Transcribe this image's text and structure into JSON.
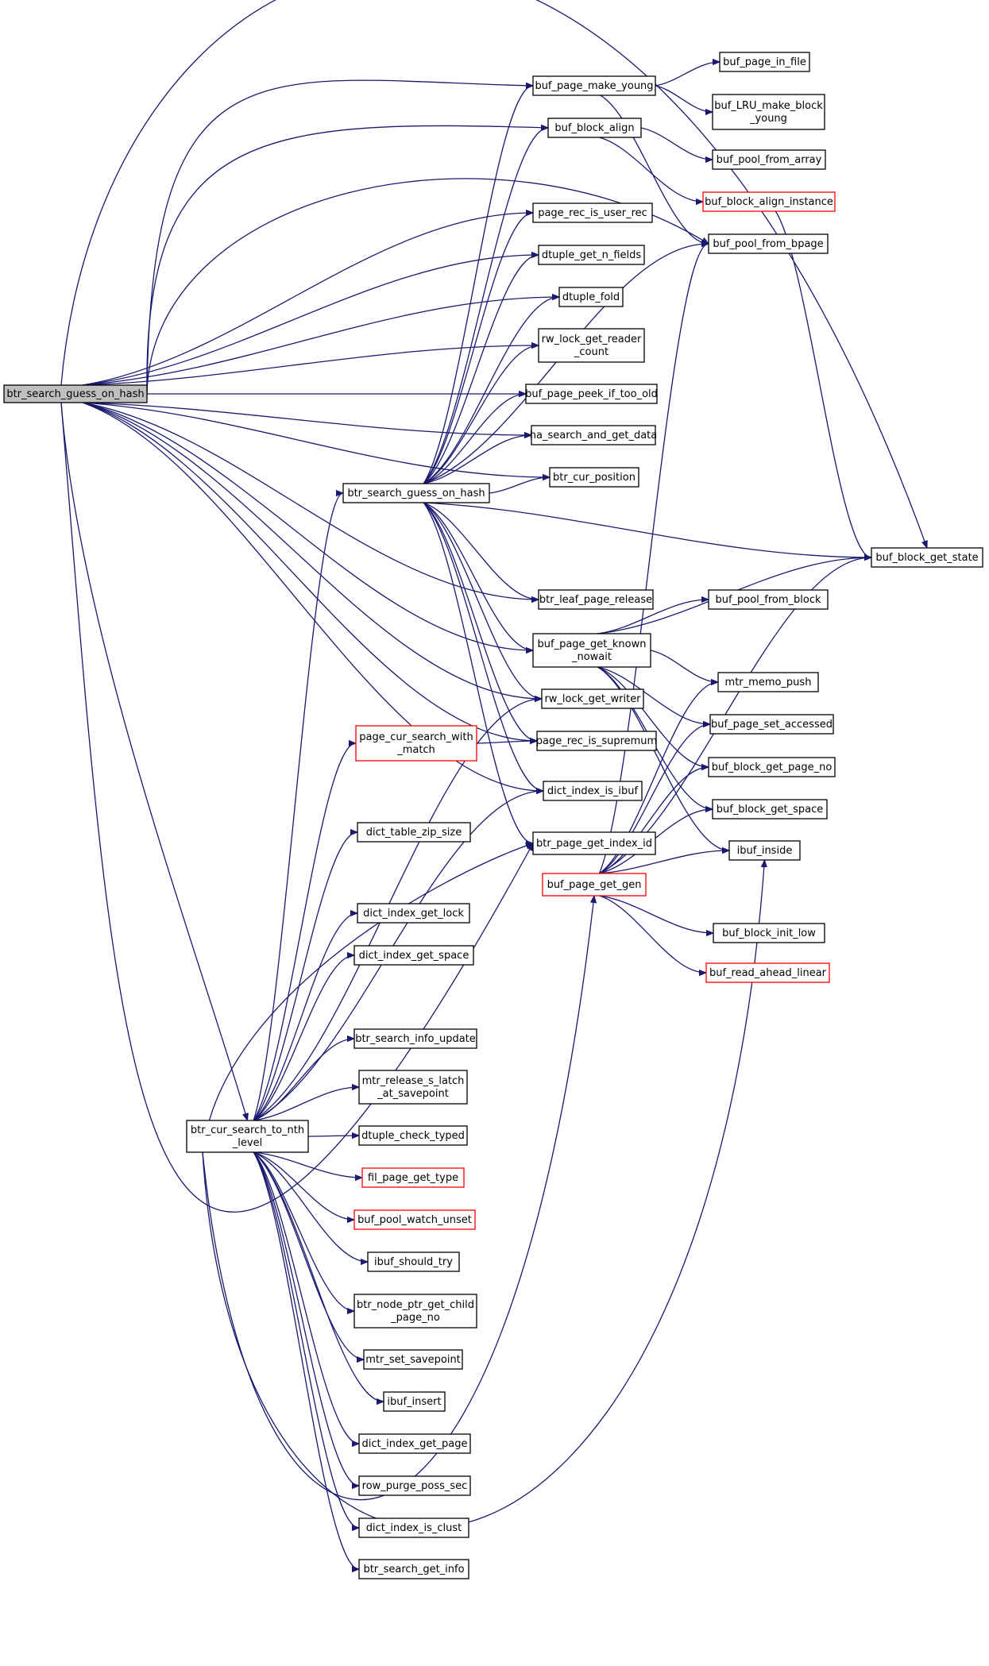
{
  "colors": {
    "edge": "#191970",
    "node_border": "#000000",
    "node_fill": "#ffffff",
    "root_fill": "#bfbfbf",
    "truncated_border": "#ff0000"
  },
  "nodes": [
    {
      "id": "root",
      "lines": [
        "btr_search_guess_on_hash"
      ],
      "style": "root"
    },
    {
      "id": "btr_cur_search_to_nth_level",
      "lines": [
        "btr_cur_search_to_nth",
        "_level"
      ],
      "style": "normal"
    },
    {
      "id": "btr_search_guess_on_hash_2",
      "lines": [
        "btr_search_guess_on_hash"
      ],
      "style": "normal"
    },
    {
      "id": "buf_page_make_young",
      "lines": [
        "buf_page_make_young"
      ],
      "style": "normal"
    },
    {
      "id": "buf_block_align",
      "lines": [
        "buf_block_align"
      ],
      "style": "normal"
    },
    {
      "id": "page_rec_is_user_rec",
      "lines": [
        "page_rec_is_user_rec"
      ],
      "style": "normal"
    },
    {
      "id": "dtuple_get_n_fields",
      "lines": [
        "dtuple_get_n_fields"
      ],
      "style": "normal"
    },
    {
      "id": "dtuple_fold",
      "lines": [
        "dtuple_fold"
      ],
      "style": "normal"
    },
    {
      "id": "rw_lock_get_reader_count",
      "lines": [
        "rw_lock_get_reader",
        "_count"
      ],
      "style": "normal"
    },
    {
      "id": "buf_page_peek_if_too_old",
      "lines": [
        "buf_page_peek_if_too_old"
      ],
      "style": "normal"
    },
    {
      "id": "ha_search_and_get_data",
      "lines": [
        "ha_search_and_get_data"
      ],
      "style": "normal"
    },
    {
      "id": "btr_cur_position",
      "lines": [
        "btr_cur_position"
      ],
      "style": "normal"
    },
    {
      "id": "btr_leaf_page_release",
      "lines": [
        "btr_leaf_page_release"
      ],
      "style": "normal"
    },
    {
      "id": "buf_page_get_known_nowait",
      "lines": [
        "buf_page_get_known",
        "_nowait"
      ],
      "style": "normal"
    },
    {
      "id": "rw_lock_get_writer",
      "lines": [
        "rw_lock_get_writer"
      ],
      "style": "normal"
    },
    {
      "id": "page_cur_search_with_match",
      "lines": [
        "page_cur_search_with",
        "_match"
      ],
      "style": "truncated"
    },
    {
      "id": "page_rec_is_supremum",
      "lines": [
        "page_rec_is_supremum"
      ],
      "style": "normal"
    },
    {
      "id": "dict_index_is_ibuf",
      "lines": [
        "dict_index_is_ibuf"
      ],
      "style": "normal"
    },
    {
      "id": "dict_table_zip_size",
      "lines": [
        "dict_table_zip_size"
      ],
      "style": "normal"
    },
    {
      "id": "btr_page_get_index_id",
      "lines": [
        "btr_page_get_index_id"
      ],
      "style": "normal"
    },
    {
      "id": "buf_page_get_gen",
      "lines": [
        "buf_page_get_gen"
      ],
      "style": "truncated"
    },
    {
      "id": "dict_index_get_lock",
      "lines": [
        "dict_index_get_lock"
      ],
      "style": "normal"
    },
    {
      "id": "dict_index_get_space",
      "lines": [
        "dict_index_get_space"
      ],
      "style": "normal"
    },
    {
      "id": "btr_search_info_update",
      "lines": [
        "btr_search_info_update"
      ],
      "style": "normal"
    },
    {
      "id": "mtr_release_s_latch_at_savepoint",
      "lines": [
        "mtr_release_s_latch",
        "_at_savepoint"
      ],
      "style": "normal"
    },
    {
      "id": "dtuple_check_typed",
      "lines": [
        "dtuple_check_typed"
      ],
      "style": "normal"
    },
    {
      "id": "fil_page_get_type",
      "lines": [
        "fil_page_get_type"
      ],
      "style": "truncated"
    },
    {
      "id": "buf_pool_watch_unset",
      "lines": [
        "buf_pool_watch_unset"
      ],
      "style": "truncated"
    },
    {
      "id": "ibuf_should_try",
      "lines": [
        "ibuf_should_try"
      ],
      "style": "normal"
    },
    {
      "id": "btr_node_ptr_get_child_page_no",
      "lines": [
        "btr_node_ptr_get_child",
        "_page_no"
      ],
      "style": "normal"
    },
    {
      "id": "mtr_set_savepoint",
      "lines": [
        "mtr_set_savepoint"
      ],
      "style": "normal"
    },
    {
      "id": "ibuf_insert",
      "lines": [
        "ibuf_insert"
      ],
      "style": "normal"
    },
    {
      "id": "dict_index_get_page",
      "lines": [
        "dict_index_get_page"
      ],
      "style": "normal"
    },
    {
      "id": "row_purge_poss_sec",
      "lines": [
        "row_purge_poss_sec"
      ],
      "style": "normal"
    },
    {
      "id": "dict_index_is_clust",
      "lines": [
        "dict_index_is_clust"
      ],
      "style": "normal"
    },
    {
      "id": "btr_search_get_info",
      "lines": [
        "btr_search_get_info"
      ],
      "style": "normal"
    },
    {
      "id": "buf_page_in_file",
      "lines": [
        "buf_page_in_file"
      ],
      "style": "normal"
    },
    {
      "id": "buf_LRU_make_block_young",
      "lines": [
        "buf_LRU_make_block",
        "_young"
      ],
      "style": "normal"
    },
    {
      "id": "buf_pool_from_array",
      "lines": [
        "buf_pool_from_array"
      ],
      "style": "normal"
    },
    {
      "id": "buf_block_align_instance",
      "lines": [
        "buf_block_align_instance"
      ],
      "style": "truncated"
    },
    {
      "id": "buf_pool_from_bpage",
      "lines": [
        "buf_pool_from_bpage"
      ],
      "style": "normal"
    },
    {
      "id": "buf_pool_from_block",
      "lines": [
        "buf_pool_from_block"
      ],
      "style": "normal"
    },
    {
      "id": "mtr_memo_push",
      "lines": [
        "mtr_memo_push"
      ],
      "style": "normal"
    },
    {
      "id": "buf_page_set_accessed",
      "lines": [
        "buf_page_set_accessed"
      ],
      "style": "normal"
    },
    {
      "id": "buf_block_get_page_no",
      "lines": [
        "buf_block_get_page_no"
      ],
      "style": "normal"
    },
    {
      "id": "buf_block_get_space",
      "lines": [
        "buf_block_get_space"
      ],
      "style": "normal"
    },
    {
      "id": "ibuf_inside",
      "lines": [
        "ibuf_inside"
      ],
      "style": "normal"
    },
    {
      "id": "buf_block_init_low",
      "lines": [
        "buf_block_init_low"
      ],
      "style": "normal"
    },
    {
      "id": "buf_read_ahead_linear",
      "lines": [
        "buf_read_ahead_linear"
      ],
      "style": "truncated"
    },
    {
      "id": "buf_block_get_state",
      "lines": [
        "buf_block_get_state"
      ],
      "style": "normal"
    }
  ],
  "edges": [
    {
      "from": "root",
      "to": "buf_block_get_state"
    },
    {
      "from": "root",
      "to": "buf_page_make_young"
    },
    {
      "from": "root",
      "to": "buf_block_align"
    },
    {
      "from": "root",
      "to": "buf_pool_from_bpage"
    },
    {
      "from": "root",
      "to": "page_rec_is_user_rec"
    },
    {
      "from": "root",
      "to": "dtuple_get_n_fields"
    },
    {
      "from": "root",
      "to": "dtuple_fold"
    },
    {
      "from": "root",
      "to": "rw_lock_get_reader_count"
    },
    {
      "from": "root",
      "to": "buf_page_peek_if_too_old"
    },
    {
      "from": "root",
      "to": "ha_search_and_get_data"
    },
    {
      "from": "root",
      "to": "btr_cur_position"
    },
    {
      "from": "root",
      "to": "btr_leaf_page_release"
    },
    {
      "from": "root",
      "to": "buf_page_get_known_nowait"
    },
    {
      "from": "root",
      "to": "rw_lock_get_writer"
    },
    {
      "from": "root",
      "to": "page_rec_is_supremum"
    },
    {
      "from": "root",
      "to": "dict_index_is_ibuf"
    },
    {
      "from": "root",
      "to": "btr_cur_search_to_nth_level"
    },
    {
      "from": "root",
      "to": "btr_page_get_index_id"
    },
    {
      "from": "btr_cur_search_to_nth_level",
      "to": "btr_search_guess_on_hash_2"
    },
    {
      "from": "btr_cur_search_to_nth_level",
      "to": "page_cur_search_with_match"
    },
    {
      "from": "btr_cur_search_to_nth_level",
      "to": "rw_lock_get_writer"
    },
    {
      "from": "btr_cur_search_to_nth_level",
      "to": "dict_index_is_ibuf"
    },
    {
      "from": "btr_cur_search_to_nth_level",
      "to": "dict_table_zip_size"
    },
    {
      "from": "btr_cur_search_to_nth_level",
      "to": "btr_page_get_index_id"
    },
    {
      "from": "btr_cur_search_to_nth_level",
      "to": "buf_page_get_gen"
    },
    {
      "from": "btr_cur_search_to_nth_level",
      "to": "dict_index_get_lock"
    },
    {
      "from": "btr_cur_search_to_nth_level",
      "to": "dict_index_get_space"
    },
    {
      "from": "btr_cur_search_to_nth_level",
      "to": "btr_search_info_update"
    },
    {
      "from": "btr_cur_search_to_nth_level",
      "to": "mtr_release_s_latch_at_savepoint"
    },
    {
      "from": "btr_cur_search_to_nth_level",
      "to": "dtuple_check_typed"
    },
    {
      "from": "btr_cur_search_to_nth_level",
      "to": "fil_page_get_type"
    },
    {
      "from": "btr_cur_search_to_nth_level",
      "to": "buf_pool_watch_unset"
    },
    {
      "from": "btr_cur_search_to_nth_level",
      "to": "ibuf_should_try"
    },
    {
      "from": "btr_cur_search_to_nth_level",
      "to": "btr_node_ptr_get_child_page_no"
    },
    {
      "from": "btr_cur_search_to_nth_level",
      "to": "mtr_set_savepoint"
    },
    {
      "from": "btr_cur_search_to_nth_level",
      "to": "ibuf_insert"
    },
    {
      "from": "btr_cur_search_to_nth_level",
      "to": "dict_index_get_page"
    },
    {
      "from": "btr_cur_search_to_nth_level",
      "to": "row_purge_poss_sec"
    },
    {
      "from": "btr_cur_search_to_nth_level",
      "to": "dict_index_is_clust"
    },
    {
      "from": "btr_cur_search_to_nth_level",
      "to": "btr_search_get_info"
    },
    {
      "from": "btr_cur_search_to_nth_level",
      "to": "ibuf_inside"
    },
    {
      "from": "btr_search_guess_on_hash_2",
      "to": "buf_page_make_young"
    },
    {
      "from": "btr_search_guess_on_hash_2",
      "to": "buf_block_align"
    },
    {
      "from": "btr_search_guess_on_hash_2",
      "to": "page_rec_is_user_rec"
    },
    {
      "from": "btr_search_guess_on_hash_2",
      "to": "dtuple_get_n_fields"
    },
    {
      "from": "btr_search_guess_on_hash_2",
      "to": "dtuple_fold"
    },
    {
      "from": "btr_search_guess_on_hash_2",
      "to": "rw_lock_get_reader_count"
    },
    {
      "from": "btr_search_guess_on_hash_2",
      "to": "buf_page_peek_if_too_old"
    },
    {
      "from": "btr_search_guess_on_hash_2",
      "to": "ha_search_and_get_data"
    },
    {
      "from": "btr_search_guess_on_hash_2",
      "to": "btr_cur_position"
    },
    {
      "from": "btr_search_guess_on_hash_2",
      "to": "buf_pool_from_bpage"
    },
    {
      "from": "btr_search_guess_on_hash_2",
      "to": "buf_block_get_state"
    },
    {
      "from": "btr_search_guess_on_hash_2",
      "to": "btr_leaf_page_release"
    },
    {
      "from": "btr_search_guess_on_hash_2",
      "to": "buf_page_get_known_nowait"
    },
    {
      "from": "btr_search_guess_on_hash_2",
      "to": "rw_lock_get_writer"
    },
    {
      "from": "btr_search_guess_on_hash_2",
      "to": "page_rec_is_supremum"
    },
    {
      "from": "btr_search_guess_on_hash_2",
      "to": "dict_index_is_ibuf"
    },
    {
      "from": "btr_search_guess_on_hash_2",
      "to": "btr_page_get_index_id"
    },
    {
      "from": "page_cur_search_with_match",
      "to": "page_rec_is_supremum"
    },
    {
      "from": "buf_page_make_young",
      "to": "buf_page_in_file"
    },
    {
      "from": "buf_page_make_young",
      "to": "buf_LRU_make_block_young"
    },
    {
      "from": "buf_page_make_young",
      "to": "buf_pool_from_bpage"
    },
    {
      "from": "buf_block_align",
      "to": "buf_pool_from_array"
    },
    {
      "from": "buf_block_align",
      "to": "buf_block_align_instance"
    },
    {
      "from": "buf_block_align_instance",
      "to": "buf_block_get_state"
    },
    {
      "from": "buf_page_get_known_nowait",
      "to": "buf_pool_from_block"
    },
    {
      "from": "buf_page_get_known_nowait",
      "to": "buf_block_get_state"
    },
    {
      "from": "buf_page_get_known_nowait",
      "to": "mtr_memo_push"
    },
    {
      "from": "buf_page_get_known_nowait",
      "to": "buf_page_set_accessed"
    },
    {
      "from": "buf_page_get_known_nowait",
      "to": "buf_block_get_page_no"
    },
    {
      "from": "buf_page_get_known_nowait",
      "to": "buf_block_get_space"
    },
    {
      "from": "buf_page_get_known_nowait",
      "to": "ibuf_inside"
    },
    {
      "from": "buf_page_get_gen",
      "to": "buf_pool_from_bpage"
    },
    {
      "from": "buf_page_get_gen",
      "to": "mtr_memo_push"
    },
    {
      "from": "buf_page_get_gen",
      "to": "buf_page_set_accessed"
    },
    {
      "from": "buf_page_get_gen",
      "to": "buf_block_get_page_no"
    },
    {
      "from": "buf_page_get_gen",
      "to": "buf_block_get_space"
    },
    {
      "from": "buf_page_get_gen",
      "to": "ibuf_inside"
    },
    {
      "from": "buf_page_get_gen",
      "to": "buf_block_get_state"
    },
    {
      "from": "buf_page_get_gen",
      "to": "buf_block_init_low"
    },
    {
      "from": "buf_page_get_gen",
      "to": "buf_read_ahead_linear"
    }
  ]
}
